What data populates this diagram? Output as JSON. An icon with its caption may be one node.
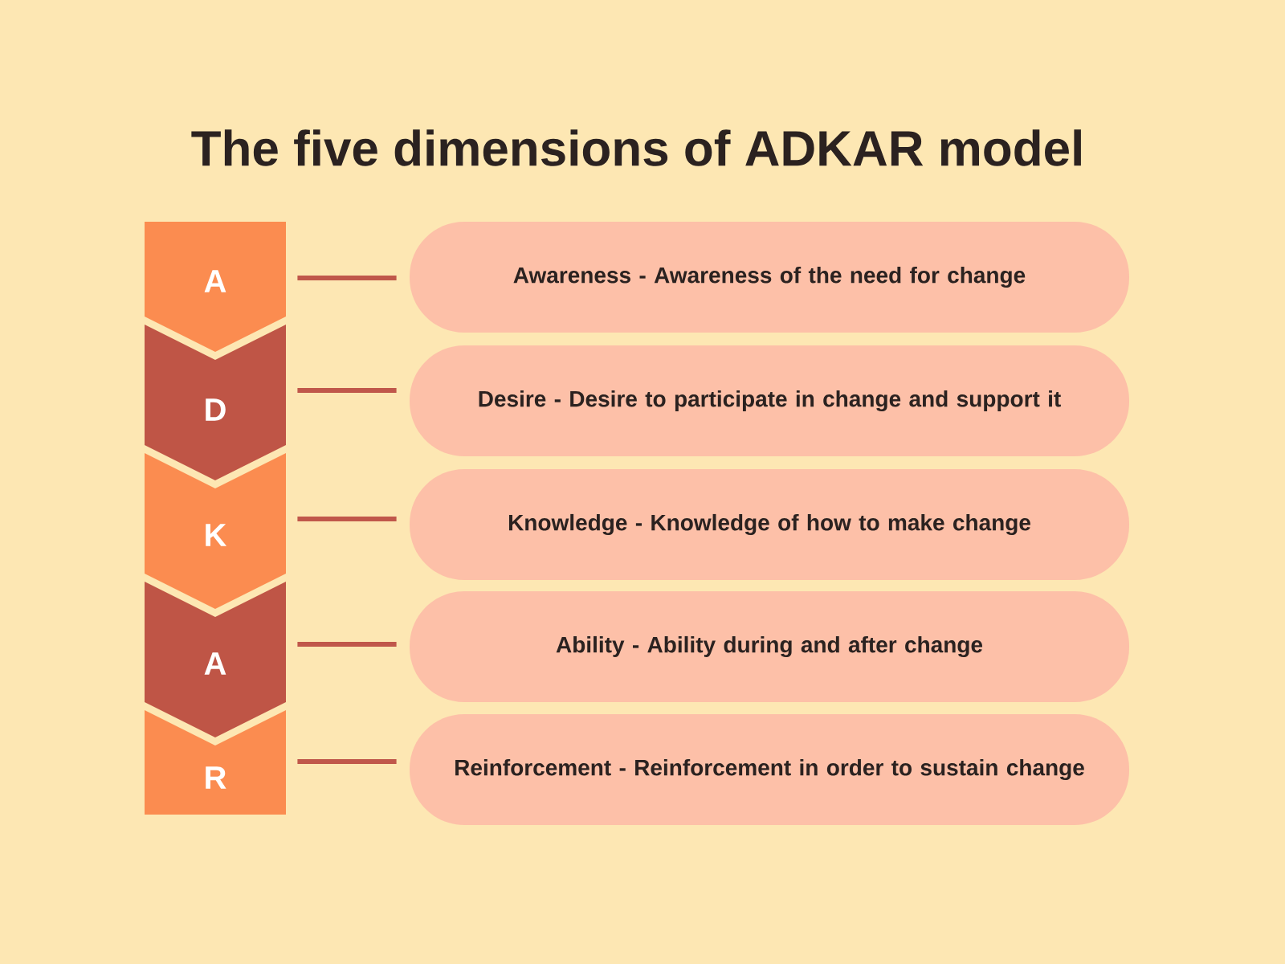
{
  "diagram": {
    "title": "The five dimensions of ADKAR model",
    "nodes": [
      {
        "text": [
          "A"
        ]
      },
      {
        "text": [
          "Awareness - Awareness of the need for change"
        ]
      },
      {
        "text": [
          "D"
        ]
      },
      {
        "text": [
          "Desire - Desire to participate in change and support it"
        ]
      },
      {
        "text": [
          "K"
        ]
      },
      {
        "text": [
          "Knowledge - Knowledge of how to make change"
        ]
      },
      {
        "text": [
          "A"
        ]
      },
      {
        "text": [
          "Ability - Ability during and after change"
        ]
      },
      {
        "text": [
          "R"
        ]
      },
      {
        "text": [
          "Reinforcement - Reinforcement in order to sustain change"
        ]
      }
    ],
    "edges": [
      {
        "from": 0,
        "to": 1,
        "arrow": "none"
      },
      {
        "from": 2,
        "to": 3,
        "arrow": "none"
      },
      {
        "from": 4,
        "to": 5,
        "arrow": "none"
      },
      {
        "from": 6,
        "to": 7,
        "arrow": "none"
      },
      {
        "from": 8,
        "to": 9,
        "arrow": "none"
      }
    ]
  }
}
